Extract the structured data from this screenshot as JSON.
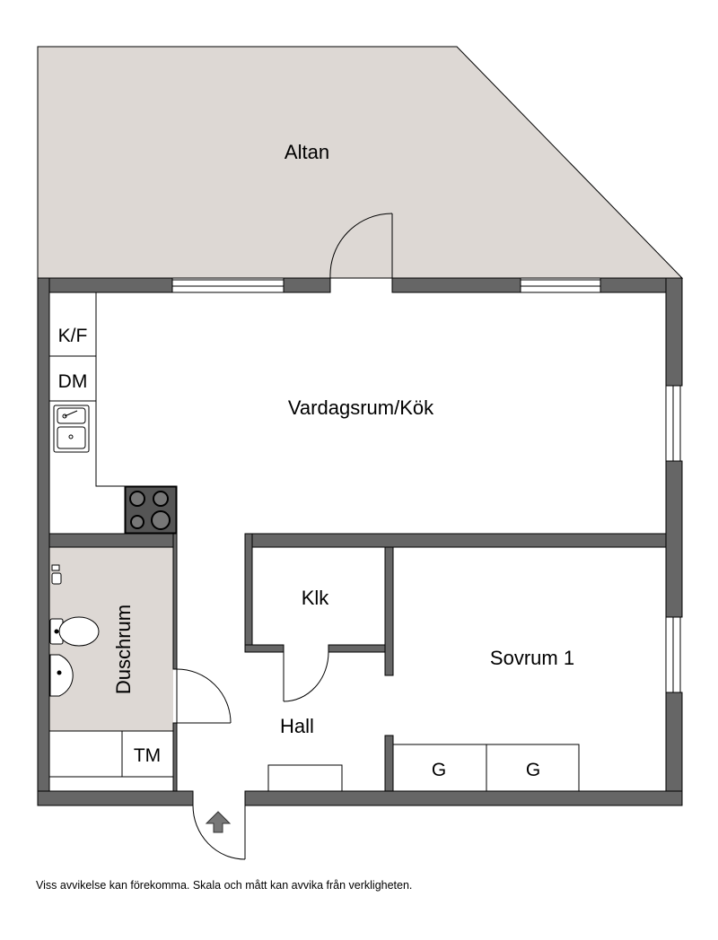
{
  "rooms": {
    "altan": "Altan",
    "vardagsrum_kok": "Vardagsrum/Kök",
    "duschrum": "Duschrum",
    "klk": "Klk",
    "sovrum1": "Sovrum 1",
    "hall": "Hall"
  },
  "fixtures": {
    "kf": "K/F",
    "dm": "DM",
    "tm": "TM",
    "g1": "G",
    "g2": "G"
  },
  "icons": {
    "entrance": "entrance-arrow-icon",
    "sink": "sink-icon",
    "stove": "stove-icon",
    "toilet": "toilet-icon",
    "washbasin": "washbasin-icon",
    "shower": "shower-icon"
  },
  "colors": {
    "wall": "#666666",
    "terrace": "#ddd8d4",
    "bathroom": "#ddd8d4",
    "line": "#000000"
  },
  "disclaimer": "Viss avvikelse kan förekomma. Skala och mått kan avvika från verkligheten."
}
